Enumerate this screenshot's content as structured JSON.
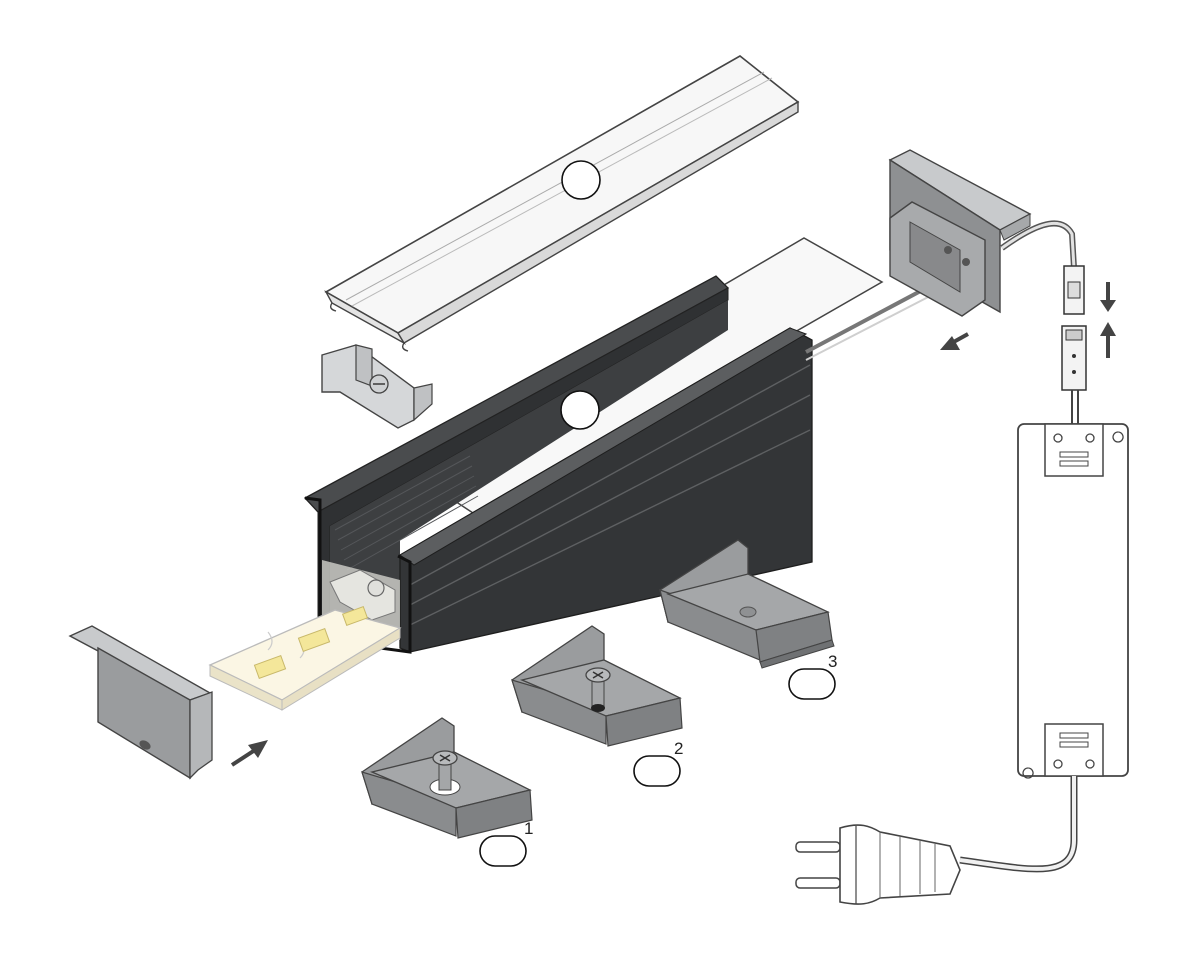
{
  "diagram": {
    "colors": {
      "profile": "#3a3c3e",
      "profile_light": "#5a5c5e",
      "end_cap": "#8e9092",
      "end_cap_light": "#c6c8ca",
      "clip": "#8a8c8e",
      "diffuser": "#f6f6f6",
      "led_strip": "#fbf6e6",
      "led_chip": "#f4e79a",
      "outline": "#333333",
      "cable": "#cfcfcf"
    },
    "callouts": [
      {
        "id": "diffuser-top",
        "text": ""
      },
      {
        "id": "diffuser-profile",
        "text": ""
      },
      {
        "id": "clip-1",
        "text": "1"
      },
      {
        "id": "clip-2",
        "text": "2"
      },
      {
        "id": "clip-3",
        "text": "3"
      }
    ]
  }
}
